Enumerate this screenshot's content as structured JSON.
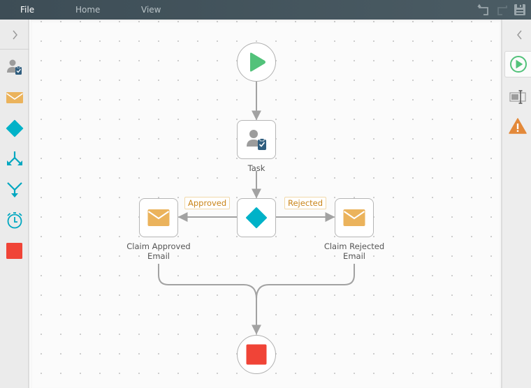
{
  "menu": {
    "items": [
      {
        "label": "File",
        "active": true
      },
      {
        "label": "Home",
        "active": false
      },
      {
        "label": "View",
        "active": false
      }
    ],
    "toolbar_icons": [
      "undo-icon",
      "redo-icon",
      "save-icon"
    ]
  },
  "left_toolbox": {
    "collapse_icon": "chevron-right-icon",
    "tools": [
      {
        "name": "user-task-icon",
        "tooltip": "Task"
      },
      {
        "name": "email-icon",
        "tooltip": "Email"
      },
      {
        "name": "gateway-diamond-icon",
        "tooltip": "Decision"
      },
      {
        "name": "split-arrows-icon",
        "tooltip": "Split"
      },
      {
        "name": "merge-arrows-icon",
        "tooltip": "Merge"
      },
      {
        "name": "timer-icon",
        "tooltip": "Timer"
      },
      {
        "name": "end-square-icon",
        "tooltip": "End"
      }
    ]
  },
  "right_panel": {
    "collapse_icon": "chevron-left-icon",
    "tools": [
      {
        "name": "start-play-icon",
        "selected": true
      },
      {
        "name": "text-field-icon",
        "selected": false
      },
      {
        "name": "warning-icon",
        "selected": false
      }
    ]
  },
  "workflow": {
    "nodes": {
      "start": {
        "type": "start"
      },
      "task": {
        "type": "task",
        "label": "Task"
      },
      "gateway": {
        "type": "decision"
      },
      "approved_email": {
        "type": "email",
        "label_line1": "Claim Approved",
        "label_line2": "Email"
      },
      "rejected_email": {
        "type": "email",
        "label_line1": "Claim Rejected",
        "label_line2": "Email"
      },
      "end": {
        "type": "end"
      }
    },
    "edges": [
      {
        "from": "start",
        "to": "task"
      },
      {
        "from": "task",
        "to": "gateway"
      },
      {
        "from": "gateway",
        "to": "approved_email",
        "label": "Approved"
      },
      {
        "from": "gateway",
        "to": "rejected_email",
        "label": "Rejected"
      },
      {
        "from": "approved_email",
        "to": "end"
      },
      {
        "from": "rejected_email",
        "to": "end"
      }
    ]
  },
  "colors": {
    "start_green": "#52c27a",
    "end_red": "#f04437",
    "gateway_teal": "#00b2c8",
    "email_orange": "#ebb35c",
    "label_orange": "#c98418",
    "edge_gray": "#a2a2a2"
  }
}
